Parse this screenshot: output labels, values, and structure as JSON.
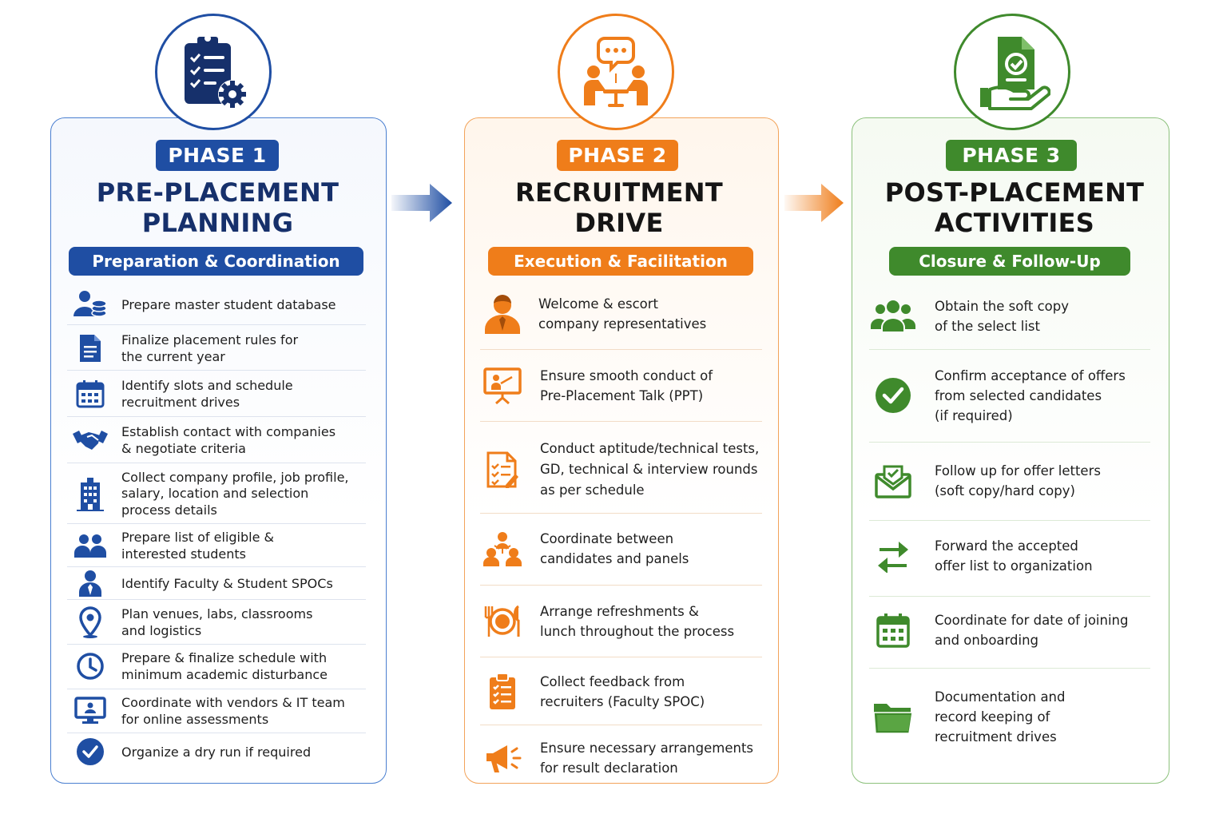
{
  "phases": [
    {
      "badge": "PHASE 1",
      "title_line1": "PRE-PLACEMENT",
      "title_line2": "PLANNING",
      "subtitle": "Preparation & Coordination",
      "items": [
        {
          "icon": "student-database-icon",
          "text": "Prepare master student database"
        },
        {
          "icon": "document-icon",
          "text": "Finalize placement rules for\nthe current year"
        },
        {
          "icon": "calendar-icon",
          "text": "Identify slots and schedule\nrecruitment drives"
        },
        {
          "icon": "handshake-icon",
          "text": "Establish contact with companies\n& negotiate criteria"
        },
        {
          "icon": "building-icon",
          "text": "Collect company profile, job profile,\nsalary, location and selection\nprocess details"
        },
        {
          "icon": "students-group-icon",
          "text": "Prepare list of eligible &\ninterested students"
        },
        {
          "icon": "person-icon",
          "text": "Identify Faculty & Student SPOCs"
        },
        {
          "icon": "location-pin-icon",
          "text": "Plan venues, labs, classrooms\nand logistics"
        },
        {
          "icon": "clock-icon",
          "text": "Prepare & finalize schedule with\nminimum academic disturbance"
        },
        {
          "icon": "monitor-icon",
          "text": "Coordinate with vendors & IT team\nfor online assessments"
        },
        {
          "icon": "check-circle-icon",
          "text": "Organize a dry run if required"
        }
      ]
    },
    {
      "badge": "PHASE 2",
      "title_line1": "RECRUITMENT",
      "title_line2": "DRIVE",
      "subtitle": "Execution & Facilitation",
      "items": [
        {
          "icon": "representative-icon",
          "text": "Welcome & escort\ncompany representatives"
        },
        {
          "icon": "presentation-icon",
          "text": "Ensure smooth conduct of\nPre-Placement Talk (PPT)"
        },
        {
          "icon": "test-checklist-icon",
          "text": "Conduct aptitude/technical tests,\nGD, technical & interview rounds\nas per schedule"
        },
        {
          "icon": "coordination-icon",
          "text": "Coordinate between\ncandidates and panels"
        },
        {
          "icon": "dining-plate-icon",
          "text": "Arrange refreshments &\nlunch throughout the process"
        },
        {
          "icon": "clipboard-icon",
          "text": "Collect feedback from\nrecruiters (Faculty SPOC)"
        },
        {
          "icon": "megaphone-icon",
          "text": "Ensure necessary arrangements\nfor result declaration"
        }
      ]
    },
    {
      "badge": "PHASE 3",
      "title_line1": "POST-PLACEMENT",
      "title_line2": "ACTIVITIES",
      "subtitle": "Closure & Follow-Up",
      "items": [
        {
          "icon": "group-icon",
          "text": "Obtain the soft copy\nof the select list"
        },
        {
          "icon": "check-circle-icon",
          "text": "Confirm acceptance of offers\nfrom selected candidates\n(if required)"
        },
        {
          "icon": "mail-icon",
          "text": "Follow up for offer letters\n(soft copy/hard copy)"
        },
        {
          "icon": "transfer-arrows-icon",
          "text": "Forward the accepted\noffer list to organization"
        },
        {
          "icon": "calendar-icon",
          "text": "Coordinate for date of joining\nand onboarding"
        },
        {
          "icon": "folder-icon",
          "text": "Documentation and\nrecord keeping of\nrecruitment drives"
        }
      ]
    }
  ],
  "colors": {
    "phase1": "#1f4ea3",
    "phase2": "#ef7d1a",
    "phase3": "#3f8a2c"
  }
}
